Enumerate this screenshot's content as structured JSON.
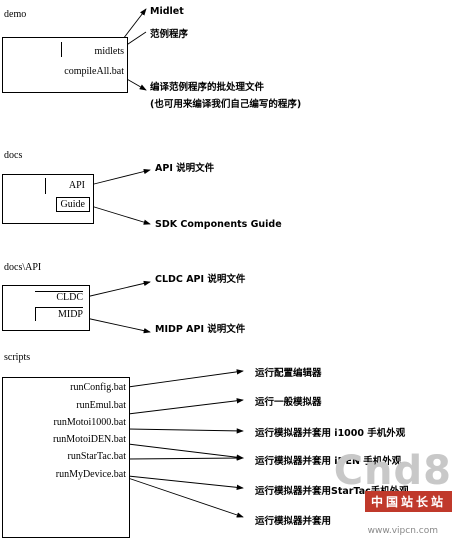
{
  "sections": {
    "demo": {
      "folder": "demo",
      "items": [
        "midlets",
        "compileAll.bat"
      ],
      "notes": [
        "Midlet",
        "范例程序",
        "编译范例程序的批处理文件",
        "(也可用来编译我们自己编写的程序)"
      ]
    },
    "docs": {
      "folder": "docs",
      "items": [
        "API",
        "Guide"
      ],
      "notes": [
        "API 说明文件",
        "SDK Components Guide"
      ]
    },
    "docs_api": {
      "folder": "docs\\API",
      "items": [
        "CLDC",
        "MIDP"
      ],
      "notes": [
        "CLDC API 说明文件",
        "MIDP API 说明文件"
      ]
    },
    "scripts": {
      "folder": "scripts",
      "items": [
        "runConfig.bat",
        "runEmul.bat",
        "runMotoi1000.bat",
        "runMotoiDEN.bat",
        "runStarTac.bat",
        "runMyDevice.bat"
      ],
      "notes": [
        "运行配置编辑器",
        "运行一般模拟器",
        "运行模拟器并套用 i1000 手机外观",
        "运行模拟器并套用 iDEN 手机外观",
        "运行模拟器并套用StarTac手机外观",
        "运行模拟器并套用"
      ]
    }
  },
  "watermark": {
    "logo": "Cnd8",
    "subtitle": "中国站长站",
    "url": "www.vipcn.com"
  }
}
